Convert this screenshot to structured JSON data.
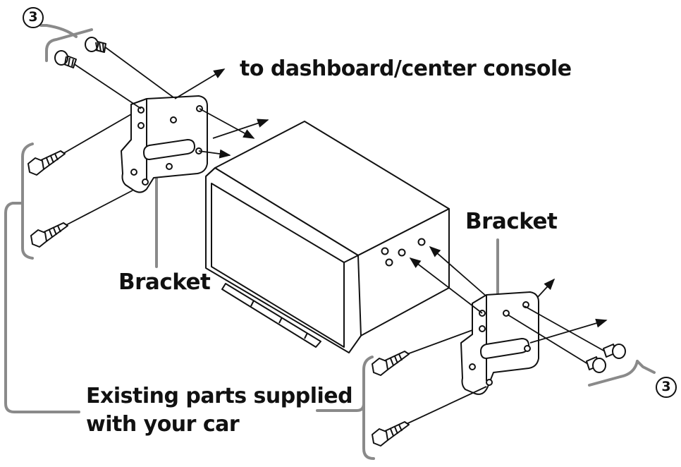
{
  "labels": {
    "dashboard": "to dashboard/center console",
    "bracket_left": "Bracket",
    "bracket_right": "Bracket",
    "existing_line1": "Existing parts supplied",
    "existing_line2": "with your car"
  },
  "callouts": {
    "left_number": "3",
    "right_number": "3"
  },
  "colors": {
    "line": "#111111",
    "bracket_gray": "#808080",
    "fill": "#ffffff"
  }
}
